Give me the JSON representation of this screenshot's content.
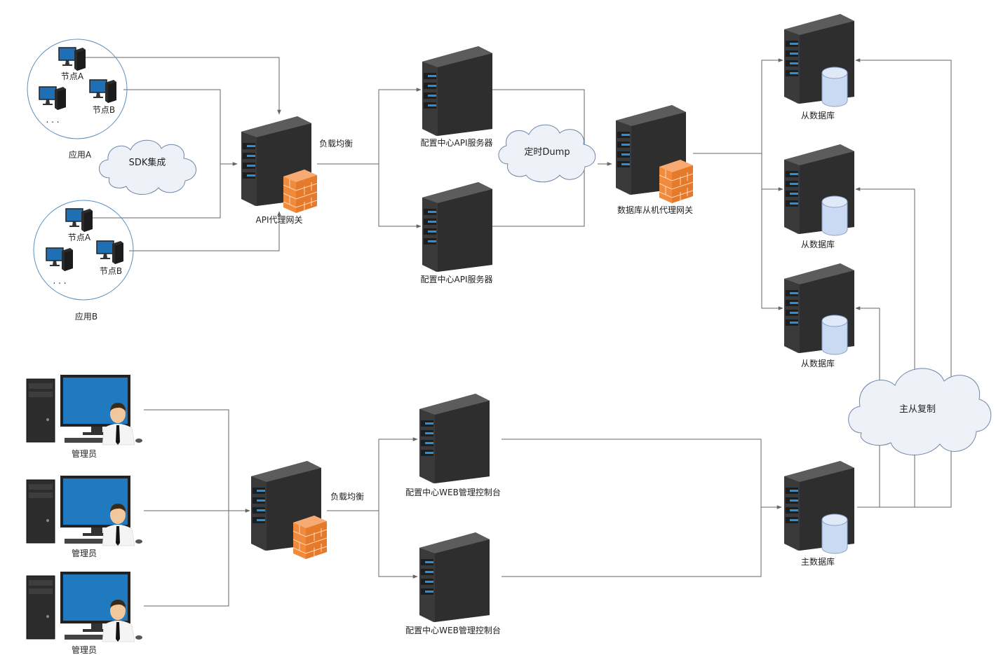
{
  "labels": {
    "node_a_1": "节点A",
    "node_b_1": "节点B",
    "dots_1": ". . .",
    "app_a": "应用A",
    "sdk_cloud": "SDK集成",
    "node_a_2": "节点A",
    "node_b_2": "节点B",
    "dots_2": ". . .",
    "app_b": "应用B",
    "api_gateway": "API代理网关",
    "lb_top": "负载均衡",
    "config_api_1": "配置中心API服务器",
    "config_api_2": "配置中心API服务器",
    "dump_cloud": "定时Dump",
    "db_proxy": "数据库从机代理网关",
    "slave_db_1": "从数据库",
    "slave_db_2": "从数据库",
    "slave_db_3": "从数据库",
    "replication_cloud": "主从复制",
    "admin_1": "管理员",
    "admin_2": "管理员",
    "admin_3": "管理员",
    "lb_bottom": "负载均衡",
    "web_console_1": "配置中心WEB管理控制台",
    "web_console_2": "配置中心WEB管理控制台",
    "master_db": "主数据库"
  },
  "icons": {
    "server": "server-icon",
    "firewall": "firewall-icon",
    "database": "database-icon",
    "workstation": "workstation-icon",
    "admin": "admin-person-icon",
    "cloud": "cloud-icon"
  },
  "colors": {
    "server_body": "#3a3a3a",
    "server_led": "#2a8fd8",
    "firewall": "#f08a3c",
    "database": "#c9daf2",
    "monitor_screen": "#1f7ac0",
    "line": "#666666"
  }
}
